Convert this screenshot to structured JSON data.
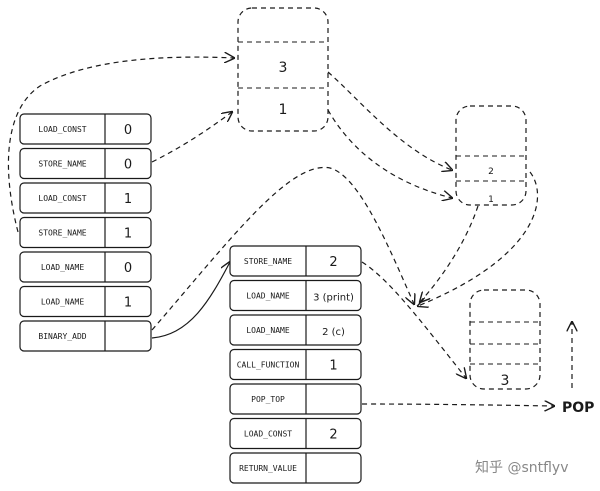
{
  "left_table": {
    "rows": [
      {
        "op": "LOAD_CONST",
        "arg": "0"
      },
      {
        "op": "STORE_NAME",
        "arg": "0"
      },
      {
        "op": "LOAD_CONST",
        "arg": "1"
      },
      {
        "op": "STORE_NAME",
        "arg": "1"
      },
      {
        "op": "LOAD_NAME",
        "arg": "0"
      },
      {
        "op": "LOAD_NAME",
        "arg": "1"
      },
      {
        "op": "BINARY_ADD",
        "arg": ""
      }
    ]
  },
  "right_table": {
    "rows": [
      {
        "op": "STORE_NAME",
        "arg": "2"
      },
      {
        "op": "LOAD_NAME",
        "arg": "3 (print)"
      },
      {
        "op": "LOAD_NAME",
        "arg": "2 (c)"
      },
      {
        "op": "CALL_FUNCTION",
        "arg": "1"
      },
      {
        "op": "POP_TOP",
        "arg": ""
      },
      {
        "op": "LOAD_CONST",
        "arg": "2"
      },
      {
        "op": "RETURN_VALUE",
        "arg": ""
      }
    ]
  },
  "stack_top": {
    "cells": [
      "",
      "3",
      "1"
    ]
  },
  "stack_mid": {
    "cells": [
      "",
      "2",
      "1"
    ]
  },
  "stack_bottom": {
    "cells": [
      "",
      "",
      "3"
    ]
  },
  "pop_label": "POP",
  "watermark": "知乎 @sntflyv",
  "colors": {
    "stroke": "#1a1a1a",
    "text": "#1a1a1a",
    "watermark": "#888888"
  }
}
